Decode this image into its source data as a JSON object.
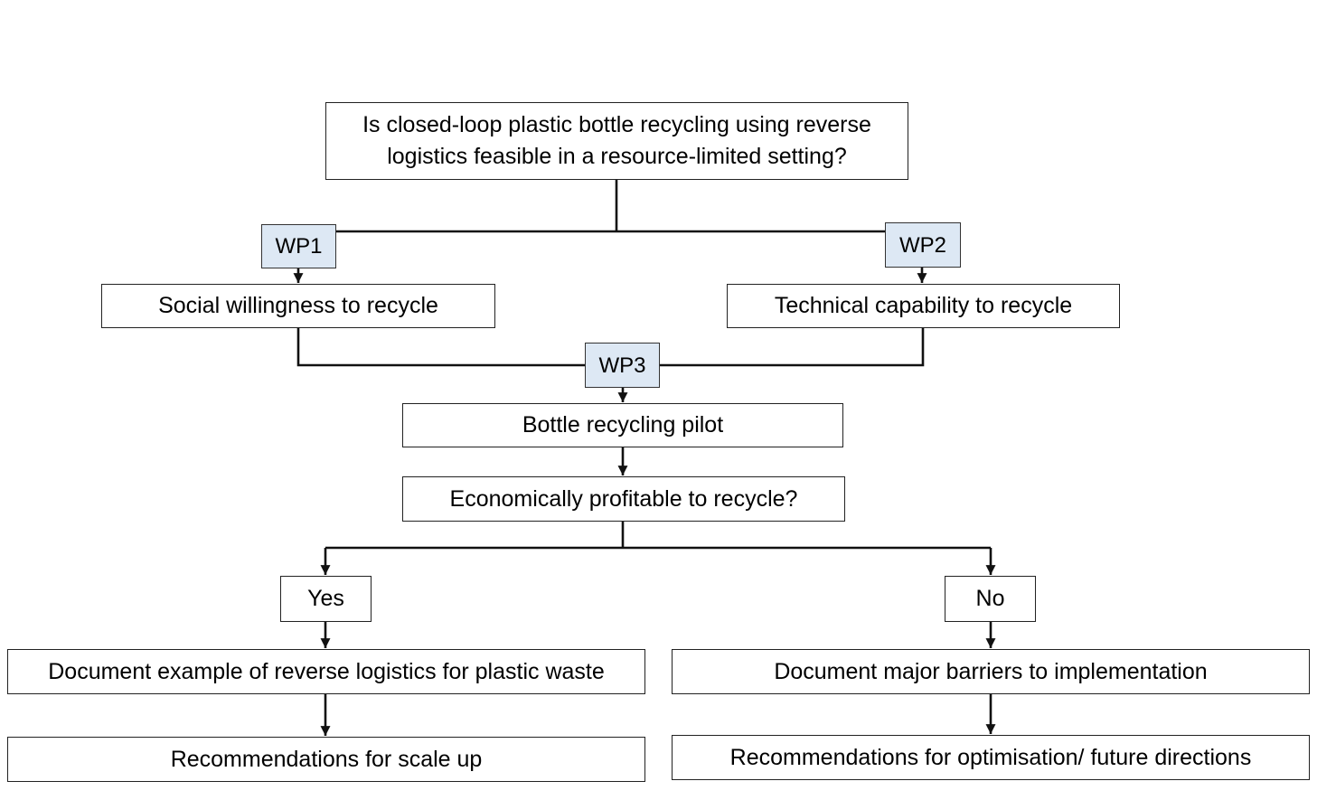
{
  "diagram": {
    "question": "Is closed-loop plastic bottle recycling using reverse logistics feasible in a resource-limited setting?",
    "question_line1": "Is closed-loop plastic bottle recycling using reverse",
    "question_line2": "logistics feasible in a resource-limited setting?",
    "work_packages": {
      "wp1": "WP1",
      "wp2": "WP2",
      "wp3": "WP3"
    },
    "social": "Social willingness to recycle",
    "technical": "Technical capability to recycle",
    "pilot": "Bottle recycling pilot",
    "economic": "Economically profitable to recycle?",
    "branches": {
      "yes": {
        "label": "Yes",
        "document": "Document example of reverse logistics for plastic waste",
        "recommendation": "Recommendations for scale up"
      },
      "no": {
        "label": "No",
        "document": "Document major barriers to implementation",
        "recommendation": "Recommendations for optimisation/ future directions"
      }
    },
    "colors": {
      "wp_fill": "#dde8f4",
      "line": "#111111",
      "box_border": "#222222"
    }
  }
}
